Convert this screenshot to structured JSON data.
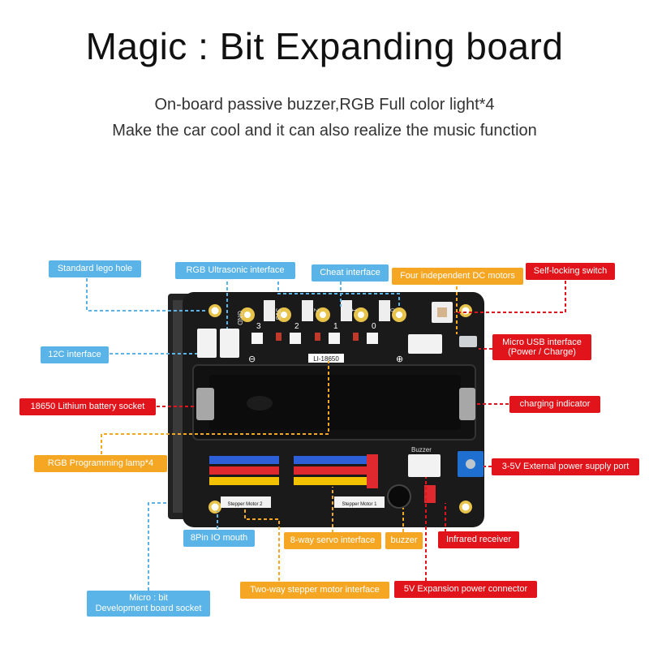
{
  "title": "Magic : Bit  Expanding board",
  "subtitle_lines": [
    "On-board passive buzzer,RGB Full color light*4",
    "Make the car cool and it can also realize the music function"
  ],
  "callouts": {
    "standard_lego_hole": "Standard lego hole",
    "rgb_ultrasonic": "RGB  Ultrasonic interface",
    "cheat_interface": "Cheat interface",
    "four_dc_motors": "Four independent DC motors",
    "self_locking_switch": "Self-locking switch",
    "i2c_interface": "12C interface",
    "micro_usb_line1": "Micro USB interface",
    "micro_usb_line2": "(Power / Charge)",
    "battery_socket": "18650 Lithium battery socket",
    "charging_indicator": "charging indicator",
    "rgb_lamp": "RGB Programming lamp*4",
    "ext_power": "3-5V External power supply port",
    "io_mouth": "8Pin IO mouth",
    "servo_interface": "8-way servo interface",
    "buzzer": "buzzer",
    "infrared": "Infrared receiver",
    "stepper": "Two-way stepper motor interface",
    "expansion_power": "5V Expansion power connector",
    "microbit_line1": "Micro : bit",
    "microbit_line2": "Development board socket"
  },
  "board_silk": {
    "gnd": "GND",
    "v3v3": "3V3",
    "p2": "2",
    "p1": "1",
    "p0": "0",
    "led_3": "3",
    "led_2": "2",
    "led_1": "1",
    "led_0": "0",
    "battery_label": "LI-18650",
    "minus": "⊖",
    "plus": "⊕",
    "buzzer": "Buzzer",
    "stepper_1": "Stepper Motor 1",
    "stepper_2": "Stepper Motor 2"
  },
  "colors": {
    "blue_callout": "#5ab4e8",
    "orange_callout": "#f5a623",
    "red_callout": "#e0141a",
    "board": "#1a1a1a",
    "pin_blue": "#2d5fd8",
    "pin_red": "#e0282f",
    "pin_yellow": "#f2c200"
  }
}
